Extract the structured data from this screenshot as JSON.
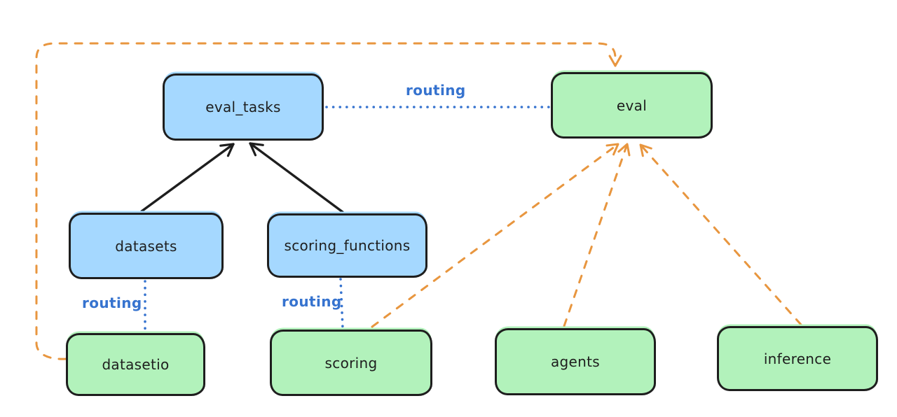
{
  "diagram": {
    "type": "architecture-graph",
    "background": "#ffffff",
    "colors": {
      "node_blue_fill": "#a5d8ff",
      "node_green_fill": "#b2f2bb",
      "node_border": "#1e1e1e",
      "edge_black": "#1e1e1e",
      "edge_blue": "#3673cf",
      "edge_orange": "#e8963f",
      "label_text": "#1e1e1e"
    },
    "nodes": [
      {
        "id": "eval_tasks",
        "label": "eval_tasks",
        "color": "blue"
      },
      {
        "id": "eval",
        "label": "eval",
        "color": "green"
      },
      {
        "id": "datasets",
        "label": "datasets",
        "color": "blue"
      },
      {
        "id": "scoring_functions",
        "label": "scoring_functions",
        "color": "blue"
      },
      {
        "id": "datasetio",
        "label": "datasetio",
        "color": "green"
      },
      {
        "id": "scoring",
        "label": "scoring",
        "color": "green"
      },
      {
        "id": "agents",
        "label": "agents",
        "color": "green"
      },
      {
        "id": "inference",
        "label": "inference",
        "color": "green"
      }
    ],
    "edges": [
      {
        "from": "datasets",
        "to": "eval_tasks",
        "style": "solid",
        "color": "black",
        "arrow": true
      },
      {
        "from": "scoring_functions",
        "to": "eval_tasks",
        "style": "solid",
        "color": "black",
        "arrow": true
      },
      {
        "from": "eval_tasks",
        "to": "eval",
        "style": "dotted",
        "color": "blue",
        "arrow": false,
        "label": "routing"
      },
      {
        "from": "datasets",
        "to": "datasetio",
        "style": "dotted",
        "color": "blue",
        "arrow": false,
        "label": "routing"
      },
      {
        "from": "scoring_functions",
        "to": "scoring",
        "style": "dotted",
        "color": "blue",
        "arrow": false,
        "label": "routing"
      },
      {
        "from": "datasetio",
        "to": "eval",
        "style": "dashed",
        "color": "orange",
        "arrow": true
      },
      {
        "from": "scoring",
        "to": "eval",
        "style": "dashed",
        "color": "orange",
        "arrow": true
      },
      {
        "from": "agents",
        "to": "eval",
        "style": "dashed",
        "color": "orange",
        "arrow": true
      },
      {
        "from": "inference",
        "to": "eval",
        "style": "dashed",
        "color": "orange",
        "arrow": true
      }
    ]
  }
}
